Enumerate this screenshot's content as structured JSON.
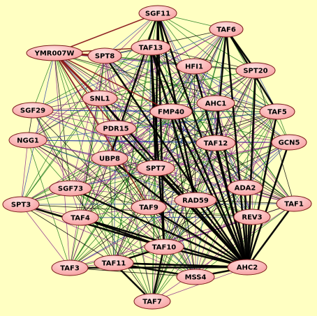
{
  "colors": {
    "background": "#ffffc2",
    "node_fill": "#f7a2a2",
    "node_highlight": "#ffe0e0",
    "node_stroke": "#7a1a1a",
    "edge_black": "#000000",
    "edge_green": "#1e7a1e",
    "edge_blue": "#2b3fa8",
    "edge_purple": "#8b2a8b",
    "edge_darkred": "#8b1a1a"
  },
  "network": {
    "nodes": [
      {
        "id": "SGF11"
      },
      {
        "id": "TAF6"
      },
      {
        "id": "YMR007W"
      },
      {
        "id": "SPT8"
      },
      {
        "id": "TAF13"
      },
      {
        "id": "HFI1"
      },
      {
        "id": "SPT20"
      },
      {
        "id": "SNL1"
      },
      {
        "id": "AHC1"
      },
      {
        "id": "SGF29"
      },
      {
        "id": "FMP40"
      },
      {
        "id": "TAF5"
      },
      {
        "id": "PDR15"
      },
      {
        "id": "NGG1"
      },
      {
        "id": "TAF12"
      },
      {
        "id": "GCN5"
      },
      {
        "id": "UBP8"
      },
      {
        "id": "SPT7"
      },
      {
        "id": "ADA2"
      },
      {
        "id": "SGF73"
      },
      {
        "id": "RAD59"
      },
      {
        "id": "SPT3"
      },
      {
        "id": "TAF9"
      },
      {
        "id": "TAF1"
      },
      {
        "id": "TAF4"
      },
      {
        "id": "REV3"
      },
      {
        "id": "TAF10"
      },
      {
        "id": "TAF3"
      },
      {
        "id": "TAF11"
      },
      {
        "id": "AHC2"
      },
      {
        "id": "MSS4"
      },
      {
        "id": "TAF7"
      }
    ]
  }
}
